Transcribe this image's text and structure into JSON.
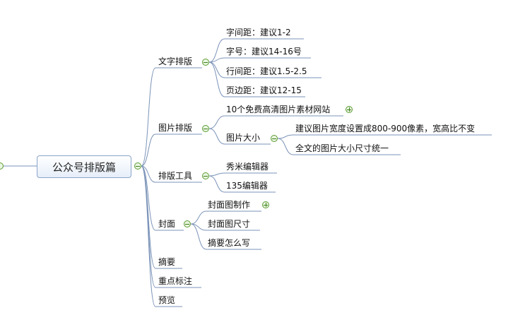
{
  "root": {
    "label": "公众号排版篇"
  },
  "branches": [
    {
      "label": "文字排版",
      "children": [
        {
          "label": "字间距：建议1-2"
        },
        {
          "label": "字号：建议14-16号"
        },
        {
          "label": "行间距：建议1.5-2.5"
        },
        {
          "label": "页边距：建议12-15"
        }
      ]
    },
    {
      "label": "图片排版",
      "children": [
        {
          "label": "10个免费高清图片素材网站",
          "collapsed": true
        },
        {
          "label": "图片大小",
          "children": [
            {
              "label": "建议图片宽度设置成800-900像素，宽高比不变"
            },
            {
              "label": "全文的图片大小尺寸统一"
            }
          ]
        }
      ]
    },
    {
      "label": "排版工具",
      "children": [
        {
          "label": "秀米编辑器"
        },
        {
          "label": "135编辑器"
        }
      ]
    },
    {
      "label": "封面",
      "children": [
        {
          "label": "封面图制作",
          "collapsed": true
        },
        {
          "label": "封面图尺寸"
        },
        {
          "label": "摘要怎么写"
        }
      ]
    },
    {
      "label": "摘要"
    },
    {
      "label": "重点标注"
    },
    {
      "label": "预览"
    }
  ],
  "colors": {
    "line": "#7b93b8",
    "toggle": "#5a9a32"
  }
}
